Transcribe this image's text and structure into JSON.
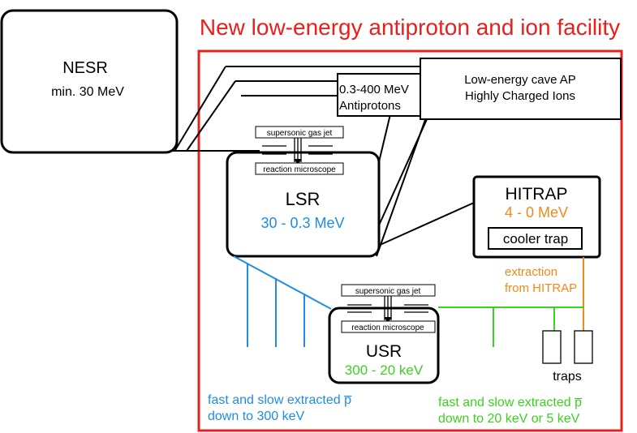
{
  "title": "New low-energy antiproton and ion facility",
  "nesr": {
    "name": "NESR",
    "energy": "min. 30 MeV"
  },
  "antiprotons_box": {
    "line1": "0.3-400 MeV",
    "line2": "Antiprotons"
  },
  "cave_box": {
    "line1": "Low-energy cave AP",
    "line2": "Highly Charged Ions"
  },
  "lsr": {
    "name": "LSR",
    "energy": "30 - 0.3 MeV",
    "gas_jet_label": "supersonic gas jet",
    "microscope_label": "reaction microscope"
  },
  "hitrap": {
    "name": "HITRAP",
    "energy": "4 - 0 MeV",
    "cooler_label": "cooler trap",
    "extraction_line1": "extraction",
    "extraction_line2": "from HITRAP"
  },
  "usr": {
    "name": "USR",
    "energy": "300 - 20 keV",
    "gas_jet_label": "supersonic gas jet",
    "microscope_label": "reaction microscope"
  },
  "traps_label": "traps",
  "blue_note": {
    "line1": "fast and slow extracted p̅",
    "line2": "down to 300 keV"
  },
  "green_note": {
    "line1": "fast and slow extracted p̅",
    "line2": "down to 20 keV or 5 keV"
  },
  "colors": {
    "red": "#e8201c",
    "blue": "#1f8ce6",
    "green": "#3bd11f",
    "orange": "#f08a1a",
    "black": "#000000"
  }
}
